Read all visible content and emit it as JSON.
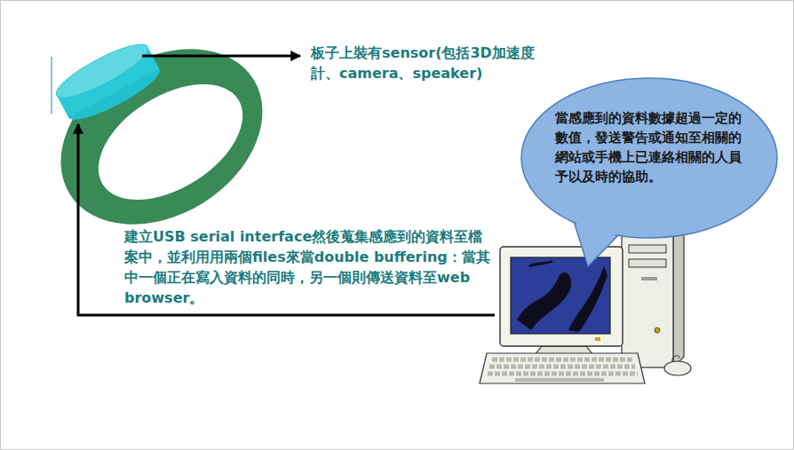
{
  "diagram": {
    "nodes": [
      {
        "text": [
          "當感應到的資料數據超過一定的數值，發送警告或通知至相關的網站或手機上已連絡相關的人員予以及時的協助。"
        ]
      }
    ],
    "labels": [
      "板子上裝有sensor(包括3D加速度計、camera、speaker)",
      "建立USB serial interface然後蒐集感應到的資料至檔案中，並利用用兩個files來當double buffering：當其中一個正在寫入資料的同時，另一個則傳送資料至web browser。"
    ]
  }
}
